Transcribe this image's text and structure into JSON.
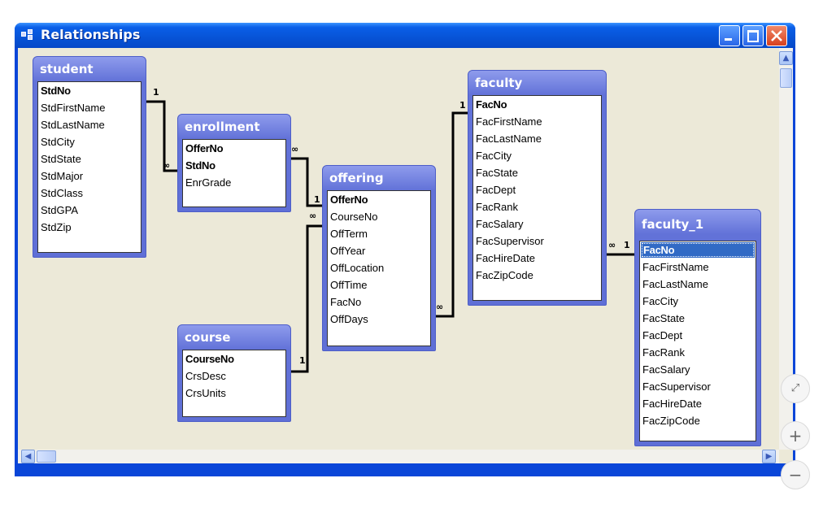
{
  "window": {
    "title": "Relationships"
  },
  "tables": {
    "student": {
      "name": "student",
      "fields": [
        "StdNo",
        "StdFirstName",
        "StdLastName",
        "StdCity",
        "StdState",
        "StdMajor",
        "StdClass",
        "StdGPA",
        "StdZip"
      ]
    },
    "enrollment": {
      "name": "enrollment",
      "fields": [
        "OfferNo",
        "StdNo",
        "EnrGrade"
      ]
    },
    "offering": {
      "name": "offering",
      "fields": [
        "OfferNo",
        "CourseNo",
        "OffTerm",
        "OffYear",
        "OffLocation",
        "OffTime",
        "FacNo",
        "OffDays"
      ]
    },
    "course": {
      "name": "course",
      "fields": [
        "CourseNo",
        "CrsDesc",
        "CrsUnits"
      ]
    },
    "faculty": {
      "name": "faculty",
      "fields": [
        "FacNo",
        "FacFirstName",
        "FacLastName",
        "FacCity",
        "FacState",
        "FacDept",
        "FacRank",
        "FacSalary",
        "FacSupervisor",
        "FacHireDate",
        "FacZipCode"
      ]
    },
    "faculty_1": {
      "name": "faculty_1",
      "fields": [
        "FacNo",
        "FacFirstName",
        "FacLastName",
        "FacCity",
        "FacState",
        "FacDept",
        "FacRank",
        "FacSalary",
        "FacSupervisor",
        "FacHireDate",
        "FacZipCode"
      ]
    }
  },
  "relationships": {
    "student_enrollment": {
      "one": "1",
      "many": "∞"
    },
    "enrollment_offering": {
      "one": "1",
      "many": "∞"
    },
    "course_offering": {
      "one": "1",
      "many": "∞"
    },
    "faculty_offering": {
      "one": "1",
      "many": "∞"
    },
    "faculty_faculty1": {
      "one": "1",
      "many": "∞"
    }
  },
  "zoom_controls": {
    "fit": "⤢",
    "zoom_in": "+",
    "zoom_out": "−"
  },
  "colors": {
    "title_bar": "#0753d6",
    "table_header": "#6272d8",
    "canvas": "#ece9d8",
    "selection": "#316ac5"
  }
}
